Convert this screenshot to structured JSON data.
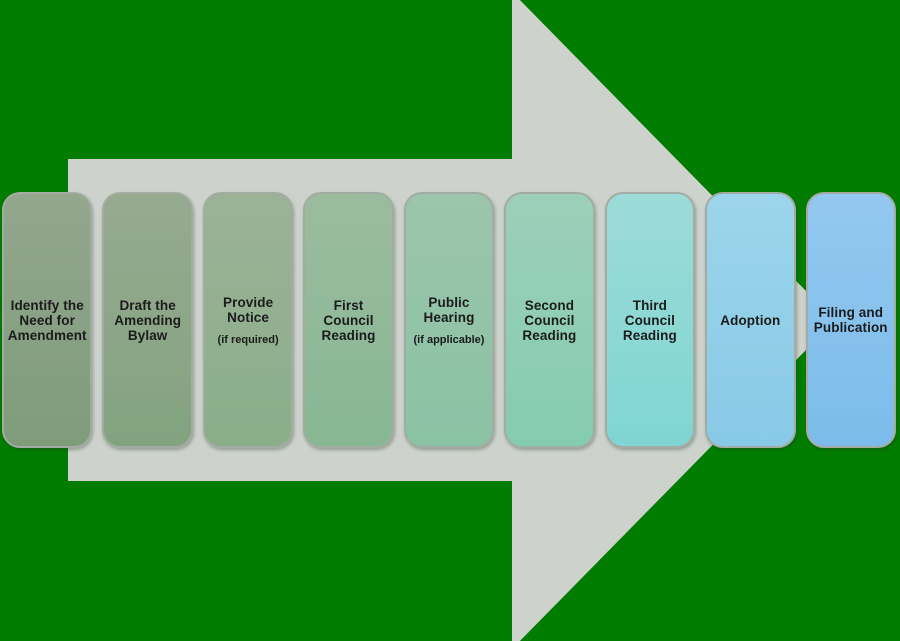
{
  "diagram": {
    "type": "process-flow",
    "direction": "left-to-right"
  },
  "colors": {
    "background": "#007d00",
    "arrow": "#cdd3cc",
    "text": "#1b1b1b",
    "box_border": "#a3aca2"
  },
  "steps": [
    {
      "lines": [
        "Identify the",
        "Need for",
        "Amendment"
      ],
      "sublabel": null,
      "top": "#93a68e",
      "bottom": "#7e9c7a"
    },
    {
      "lines": [
        "Draft the",
        "Amending",
        "Bylaw"
      ],
      "sublabel": null,
      "top": "#96aa90",
      "bottom": "#82a37f"
    },
    {
      "lines": [
        "Provide",
        "Notice"
      ],
      "sublabel": "(if required)",
      "top": "#9bb297",
      "bottom": "#8aae88"
    },
    {
      "lines": [
        "First",
        "Council",
        "Reading"
      ],
      "sublabel": null,
      "top": "#9bbc9e",
      "bottom": "#87b794"
    },
    {
      "lines": [
        "Public",
        "Hearing"
      ],
      "sublabel": "(if applicable)",
      "top": "#9cc5ab",
      "bottom": "#8ac2a4"
    },
    {
      "lines": [
        "Second",
        "Council",
        "Reading"
      ],
      "sublabel": null,
      "top": "#9dcfb9",
      "bottom": "#84ccb1"
    },
    {
      "lines": [
        "Third",
        "Council",
        "Reading"
      ],
      "sublabel": null,
      "top": "#9cdbd7",
      "bottom": "#7fd5d3"
    },
    {
      "lines": [
        "Adoption"
      ],
      "sublabel": null,
      "top": "#9cd5eb",
      "bottom": "#88c9e7"
    },
    {
      "lines": [
        "Filing and",
        "Publication"
      ],
      "sublabel": null,
      "top": "#93c8f0",
      "bottom": "#7cbcea"
    }
  ]
}
